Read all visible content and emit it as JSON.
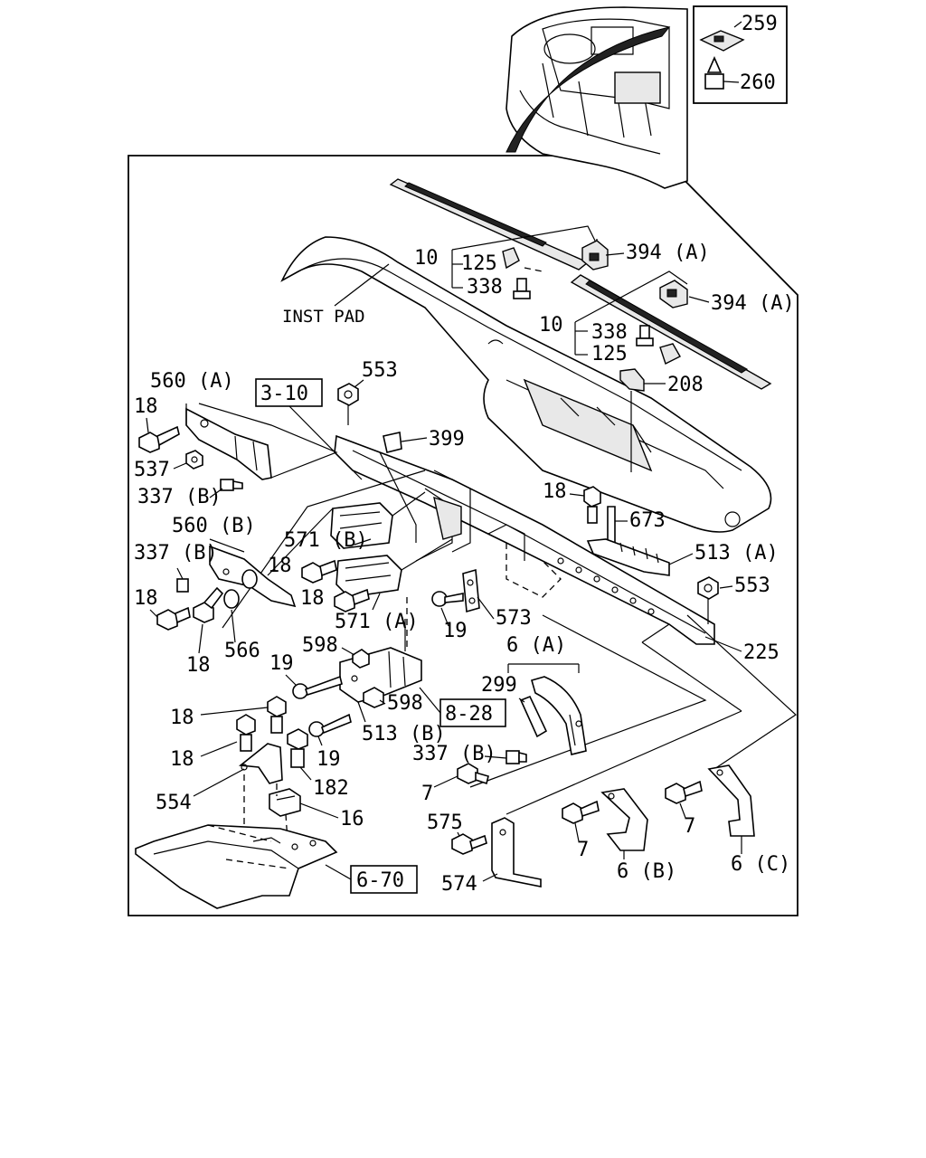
{
  "labels": {
    "inst_pad": "INST PAD",
    "p259": "259",
    "p260": "260",
    "p10a": "10",
    "p125a": "125",
    "p338a": "338",
    "p394a_1": "394 (A)",
    "p394a_2": "394 (A)",
    "p10b": "10",
    "p338b": "338",
    "p125b": "125",
    "p208": "208",
    "p553a": "553",
    "p560a": "560 (A)",
    "p18a": "18",
    "p399": "399",
    "p537": "537",
    "p337b_1": "337 (B)",
    "p560b": "560 (B)",
    "p571b": "571 (B)",
    "p337b_2": "337 (B)",
    "p18b": "18",
    "p18c": "18",
    "p18d": "18",
    "p571a": "571 (A)",
    "p18e": "18",
    "p566": "566",
    "p18f_left": "18",
    "p673": "673",
    "p513a": "513 (A)",
    "p553b": "553",
    "p19a": "19",
    "p573": "573",
    "p225": "225",
    "p598a": "598",
    "p19b": "19",
    "p6a": "6 (A)",
    "p299": "299",
    "p598b": "598",
    "p18g": "18",
    "p513b": "513 (B)",
    "p337b_3": "337 (B)",
    "p18h": "18",
    "p19c": "19",
    "p182": "182",
    "p7a": "7",
    "p554": "554",
    "p16": "16",
    "p575": "575",
    "p7b": "7",
    "p7c": "7",
    "p6b": "6 (B)",
    "p6c": "6 (C)",
    "p574": "574"
  },
  "refs": {
    "r310": "3-10",
    "r828": "8-28",
    "r670": "6-70"
  }
}
